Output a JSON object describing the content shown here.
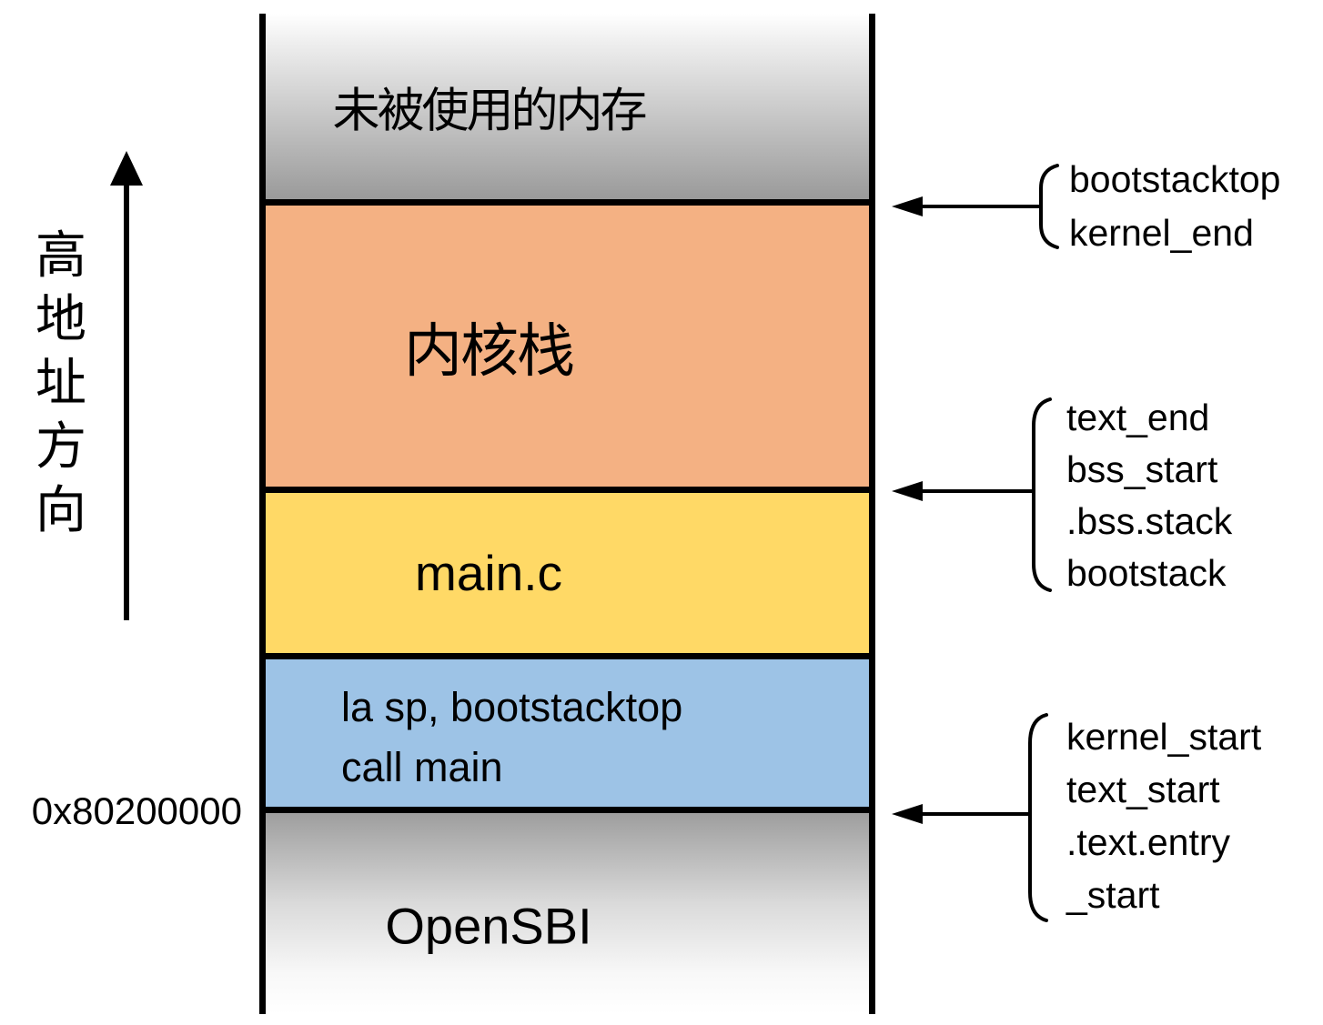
{
  "left_axis": {
    "direction_label": "高地址方向",
    "base_address": "0x80200000"
  },
  "memory_column": {
    "sections": [
      {
        "name": "unused_memory",
        "label": "未被使用的内存"
      },
      {
        "name": "kernel_stack",
        "label": "内核栈"
      },
      {
        "name": "main_c",
        "label": "main.c"
      },
      {
        "name": "entry_asm",
        "lines": [
          "la sp, bootstacktop",
          "call main"
        ]
      },
      {
        "name": "opensbi",
        "label": "OpenSBI"
      }
    ]
  },
  "annotations": [
    {
      "symbols": [
        "bootstacktop",
        "kernel_end"
      ]
    },
    {
      "symbols": [
        "text_end",
        "bss_start",
        ".bss.stack",
        "bootstack"
      ]
    },
    {
      "symbols": [
        "kernel_start",
        "text_start",
        ".text.entry",
        "_start"
      ]
    }
  ],
  "colors": {
    "kernel_stack": "#F4B183",
    "main_c": "#FFD966",
    "entry_asm": "#9DC3E6",
    "border": "#000000",
    "unused_gradient_top": "#FFFFFF",
    "unused_gradient_bottom": "#9A9A9A",
    "opensbi_gradient_top": "#9E9E9E",
    "opensbi_gradient_bottom": "#FFFFFF"
  }
}
